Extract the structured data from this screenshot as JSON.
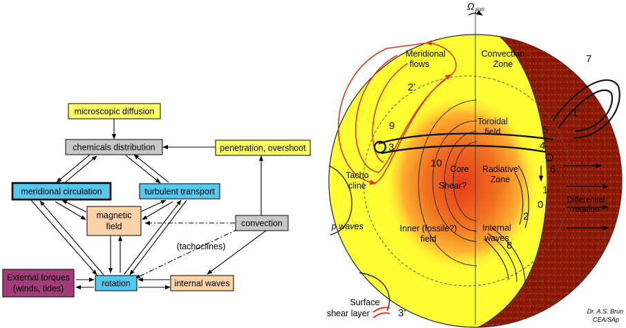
{
  "flowchart": {
    "nodes": {
      "microscopic_diffusion": "microscopic diffusion",
      "chemicals_distribution": "chemicals distribution",
      "penetration_overshoot": "penetration, overshoot",
      "meridional_circulation": "meridional circulation",
      "turbulent_transport": "turbulent transport",
      "magnetic_field_line1": "magnetic",
      "magnetic_field_line2": "field",
      "convection": "convection",
      "tachoclines": "(tachoclines)",
      "external_torques_line1": "External torques",
      "external_torques_line2": "(winds, tides)",
      "rotation": "rotation",
      "internal_waves": "internal waves"
    }
  },
  "sun": {
    "omega_sun": "Ω",
    "omega_sub": "sun",
    "labels": {
      "meridional_flows_1": "Meridional",
      "meridional_flows_2": "flows",
      "convection_zone_1": "Convection",
      "convection_zone_2": "Zone",
      "toroidal_field_1": "Toroidal",
      "toroidal_field_2": "field",
      "core": "Core",
      "shear": "Shear?",
      "radiative_zone_1": "Radiative",
      "radiative_zone_2": "Zone",
      "tacho_cline_1": "Tacho",
      "tacho_cline_2": "cline",
      "differential_rotation_1": "Differential",
      "differential_rotation_2": "rotation",
      "p_waves": "p waves",
      "inner_field_1": "Inner (fossile?)",
      "inner_field_2": "field",
      "internal_waves_1": "Internal",
      "internal_waves_2": "waves",
      "surface_shear_1": "Surface",
      "surface_shear_2": "shear layer",
      "credit_1": "Dr. A.S. Brun",
      "credit_2": "CEA/SAp"
    },
    "numbers": {
      "n0": "0",
      "n1": "1",
      "n1p": "1'",
      "n2": "2",
      "n2p": "2'",
      "n3": "3",
      "n3p": "3'",
      "n4": "4",
      "n5": "5",
      "n6": "6",
      "n7": "7",
      "n8": "8",
      "n9": "9",
      "n10": "10"
    }
  },
  "colors": {
    "yellow_box": "#ffff66",
    "grey_box": "#c8c8c8",
    "blue_box": "#55c8f0",
    "orange_box": "#fcd2a8",
    "purple_box": "#a03c78",
    "sun_yellow": "#ffff33",
    "sun_core": "#e8401c",
    "sun_surface": "#8a1a08",
    "flow_red": "#e83020"
  }
}
